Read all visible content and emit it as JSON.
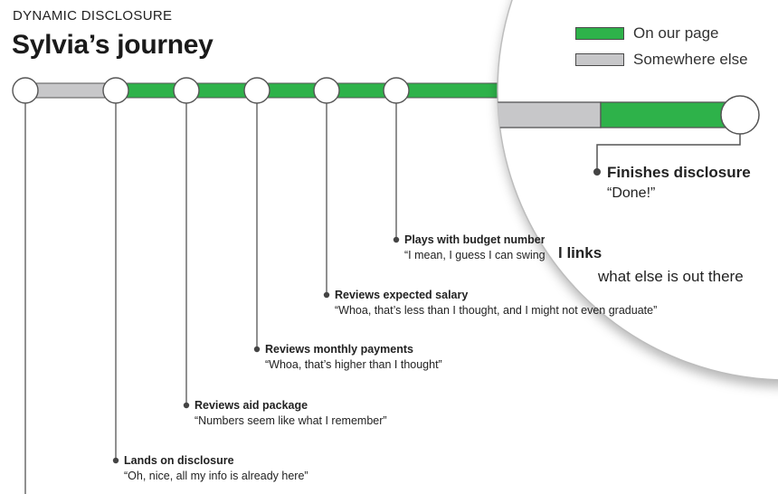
{
  "header": {
    "eyebrow": "DYNAMIC DISCLOSURE",
    "title": "Sylvia’s journey"
  },
  "colors": {
    "on_page": "#2eb24a",
    "elsewhere": "#c7c7c9",
    "outline": "#555555"
  },
  "legend": [
    {
      "label": "On our page",
      "color": "#2eb24a"
    },
    {
      "label": "Somewhere else",
      "color": "#c7c7c9"
    }
  ],
  "timeline": {
    "segments": [
      {
        "kind": "elsewhere"
      },
      {
        "kind": "on_page"
      },
      {
        "kind": "on_page"
      },
      {
        "kind": "on_page"
      },
      {
        "kind": "on_page"
      },
      {
        "kind": "on_page"
      }
    ],
    "zoom_segments": [
      {
        "kind": "elsewhere"
      },
      {
        "kind": "on_page"
      }
    ]
  },
  "events": [
    {
      "title": "Lands on disclosure",
      "quote": "“Oh, nice, all my info is already here”"
    },
    {
      "title": "Reviews aid package",
      "quote": "“Numbers seem like what I remember”"
    },
    {
      "title": "Reviews monthly payments",
      "quote": "“Whoa, that’s higher than I thought”"
    },
    {
      "title": "Reviews expected salary",
      "quote": "“Whoa, that’s less than I thought, and I might not even graduate”"
    },
    {
      "title": "Plays with budget numbers",
      "quote": "“I mean, I guess I can swing it”"
    }
  ],
  "hidden_event": {
    "title_fragment": "l links",
    "quote_fragment": "what else is out there"
  },
  "final_event": {
    "title": "Finishes disclosure",
    "quote": "“Done!”"
  }
}
